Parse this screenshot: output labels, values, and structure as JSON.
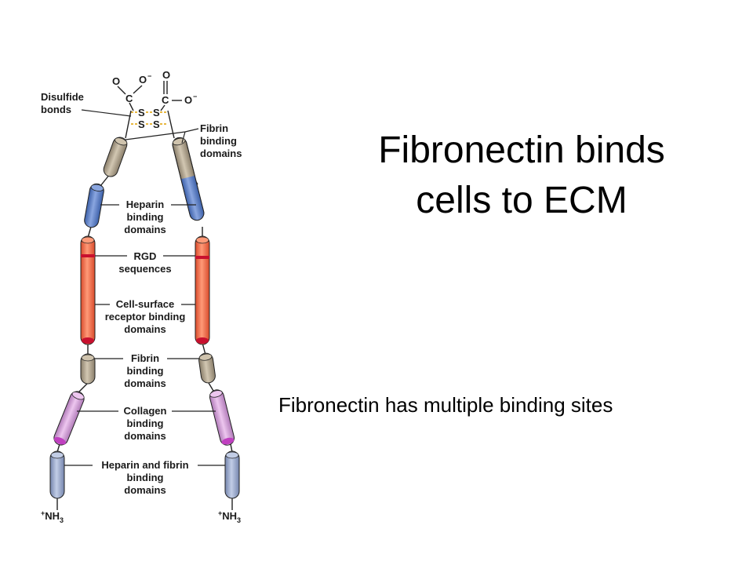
{
  "slide": {
    "title_line1": "Fibronectin binds",
    "title_line2": "cells to ECM",
    "subtitle": "Fibronectin has multiple binding sites"
  },
  "diagram": {
    "colors": {
      "fibrin": "#b5a893",
      "heparin": "#5b7fc4",
      "rgd_cell": "#f26b4a",
      "rgd_band": "#c8102e",
      "collagen": "#cf9bd3",
      "heparin_fibrin": "#9aa8c8",
      "disulfide": "#e0a000"
    },
    "terminus": {
      "carbonyl_o": "O",
      "carbon": "C",
      "oxide": "O",
      "minus": "−",
      "sulfur": "S",
      "ammonium": "NH",
      "ammonium_plus": "+",
      "ammonium_sub": "3"
    },
    "labels": {
      "disulfide": [
        "Disulfide",
        "bonds"
      ],
      "fibrin_top": [
        "Fibrin",
        "binding",
        "domains"
      ],
      "heparin": [
        "Heparin",
        "binding",
        "domains"
      ],
      "rgd": [
        "RGD",
        "sequences"
      ],
      "cell_surface": [
        "Cell-surface",
        "receptor binding",
        "domains"
      ],
      "fibrin_mid": [
        "Fibrin",
        "binding",
        "domains"
      ],
      "collagen": [
        "Collagen",
        "binding",
        "domains"
      ],
      "heparin_fibrin": [
        "Heparin and fibrin",
        "binding",
        "domains"
      ]
    }
  }
}
